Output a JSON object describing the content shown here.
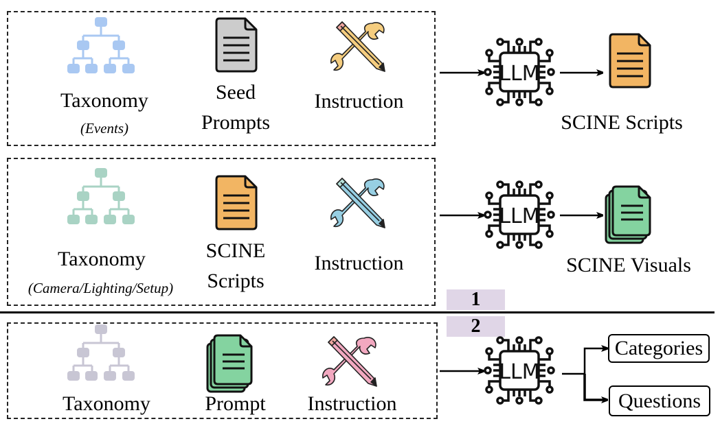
{
  "stage1": {
    "tag": "1",
    "row1": {
      "taxonomy_label": "Taxonomy",
      "taxonomy_sub": "(Events)",
      "doc_label_line1": "Seed",
      "doc_label_line2": "Prompts",
      "instruction_label": "Instruction",
      "llm_label": "LLM",
      "output_label": "SCINE Scripts",
      "colors": {
        "taxonomy": "#a9c8f2",
        "doc": "#cccccc",
        "tool": "#f5cd7f",
        "tool_tip": "#f0a6a0",
        "output": "#f2b563"
      }
    },
    "row2": {
      "taxonomy_label": "Taxonomy",
      "taxonomy_sub": "(Camera/Lighting/Setup)",
      "doc_label_line1": "SCINE",
      "doc_label_line2": "Scripts",
      "instruction_label": "Instruction",
      "llm_label": "LLM",
      "output_label": "SCINE Visuals",
      "colors": {
        "taxonomy": "#a9d3c4",
        "doc": "#f2b563",
        "tool": "#97cfe3",
        "tool_tip": "#b9e3dc",
        "output": "#84d3a0"
      }
    }
  },
  "stage2": {
    "tag": "2",
    "taxonomy_label": "Taxonomy",
    "doc_label": "Prompt",
    "instruction_label": "Instruction",
    "llm_label": "LLM",
    "outputs": [
      "Categories",
      "Questions"
    ],
    "colors": {
      "taxonomy": "#c8c6d4",
      "doc": "#84d3a0",
      "tool": "#f2a8c0",
      "tool_tip": "#f0a6a0"
    }
  },
  "stage_tag_color": "#e0d6e7"
}
